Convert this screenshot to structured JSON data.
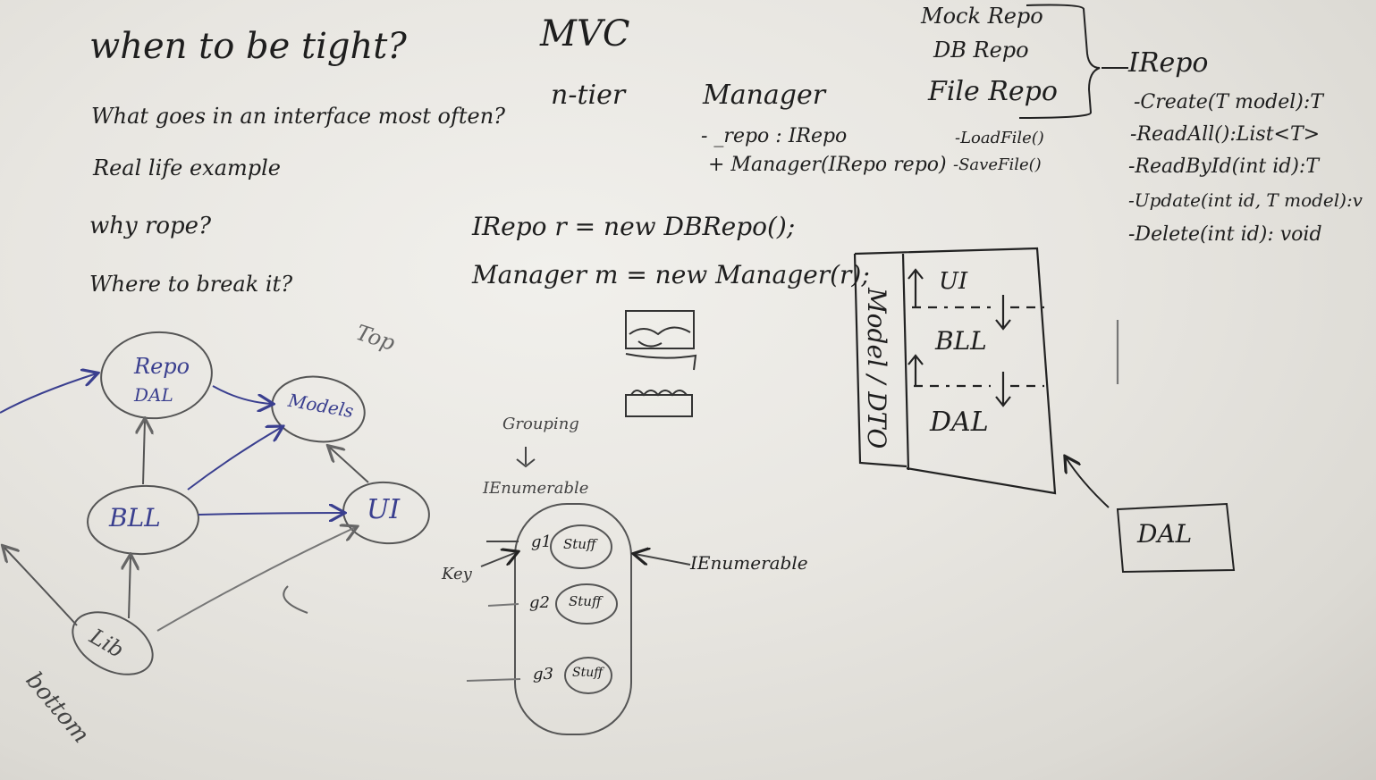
{
  "questions": [
    "when to be tight?",
    "What goes in an interface most often?",
    "Real life example",
    "why rope?",
    "Where to break it?"
  ],
  "titles": {
    "mvc": "MVC",
    "ntier": "n-tier",
    "manager": "Manager"
  },
  "manager_members": [
    "- _repo : IRepo",
    "+ Manager(IRepo repo)"
  ],
  "repos": [
    "Mock Repo",
    "DB Repo",
    "File Repo"
  ],
  "file_repo_methods": [
    "-LoadFile()",
    "-SaveFile()"
  ],
  "irepo": {
    "name": "IRepo",
    "methods": [
      "-Create(T model):T",
      "-ReadAll():List<T>",
      "-ReadById(int id):T",
      "-Update(int id, T model):v",
      "-Delete(int id): void"
    ]
  },
  "code_lines": [
    "IRepo r = new DBRepo();",
    "Manager m = new Manager(r);"
  ],
  "layers_diagram": {
    "side_label": "Model / DTO",
    "layers": [
      "UI",
      "BLL",
      "DAL"
    ],
    "callout": "DAL"
  },
  "graph": {
    "nodes": {
      "repo": "Repo",
      "dal": "DAL",
      "models": "Models",
      "bll": "BLL",
      "ui": "UI",
      "lib": "Lib"
    },
    "top_label": "Top",
    "bottom_label": "bottom"
  },
  "enumerable": {
    "grouping": "Grouping",
    "ienumerable_top": "IEnumerable",
    "ienumerable_right": "IEnumerable",
    "key_label": "Key",
    "keys": [
      "g1",
      "g2",
      "g3"
    ],
    "stuff": [
      "Stuff",
      "Stuff",
      "Stuff"
    ]
  }
}
